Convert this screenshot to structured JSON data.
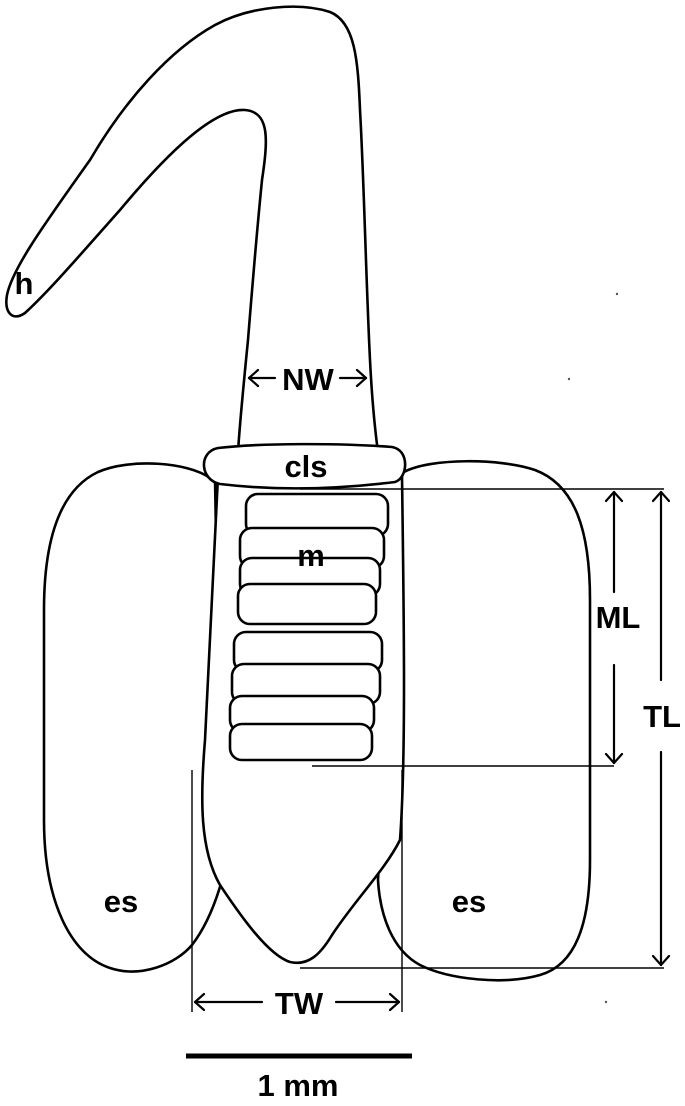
{
  "labels": {
    "head": "h",
    "neck_width": "NW",
    "collar": "cls",
    "muscles": "m",
    "muscle_length": "ML",
    "trunk_length": "TL",
    "trunk_width": "TW",
    "egg_sac_left": "es",
    "egg_sac_right": "es"
  },
  "scale_bar": {
    "label": "1 mm"
  },
  "colors": {
    "line": "#000000",
    "background": "#ffffff"
  }
}
